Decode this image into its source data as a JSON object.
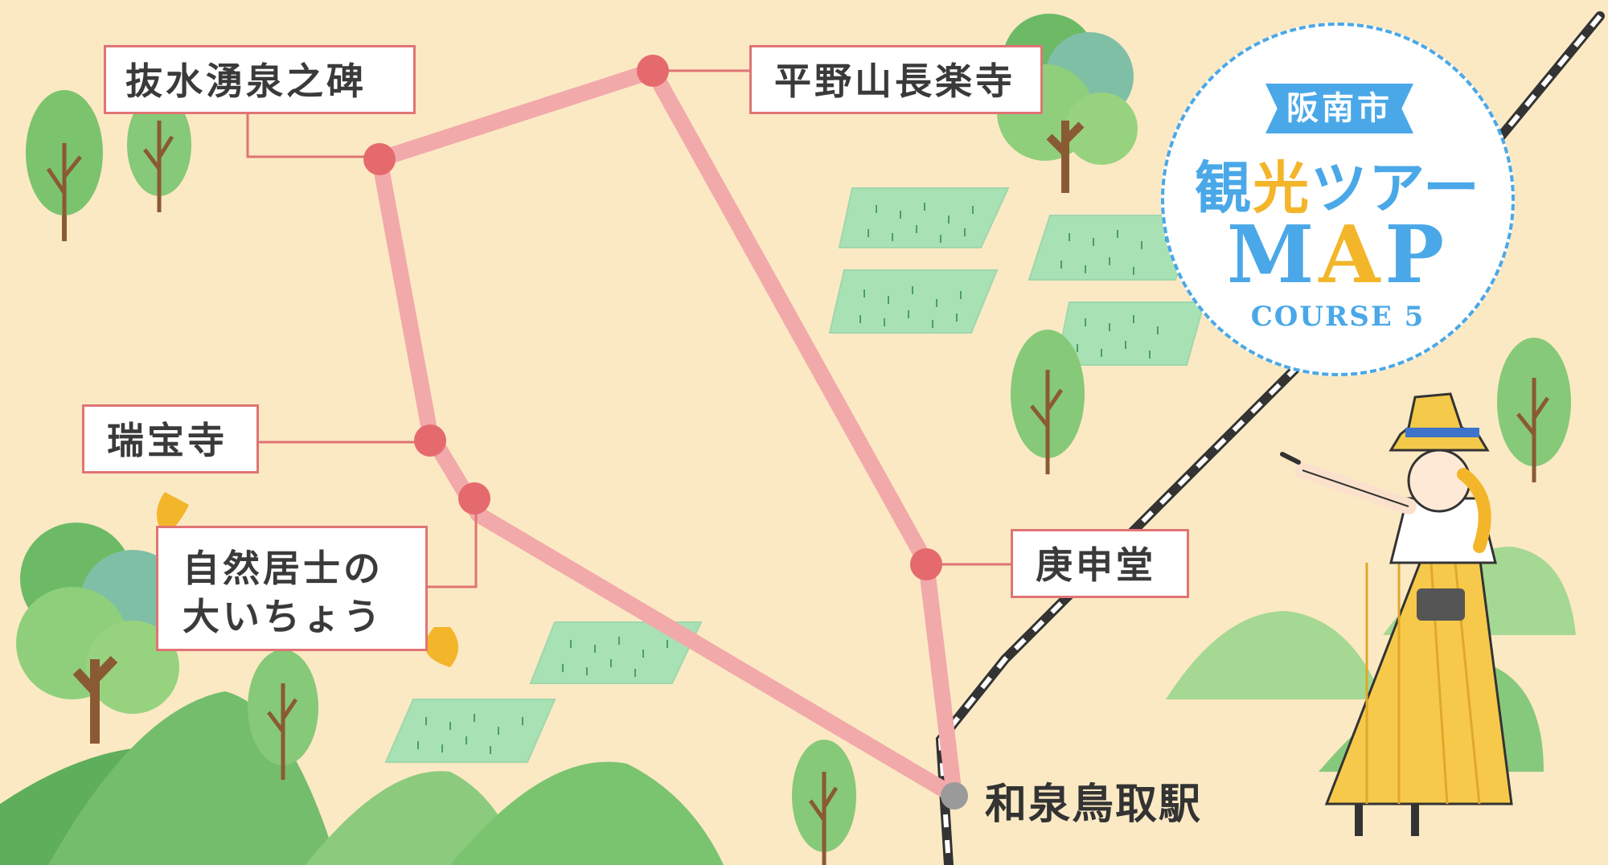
{
  "badge": {
    "city": "阪南市",
    "title": [
      "観",
      "光",
      "ツ",
      "ア",
      "ー"
    ],
    "map_word": [
      "M",
      "A",
      "P"
    ],
    "course": "COURSE 5"
  },
  "spots": [
    {
      "id": "bassui",
      "name": "抜水湧泉之碑"
    },
    {
      "id": "heiya",
      "name": "平野山長楽寺"
    },
    {
      "id": "zuiho",
      "name": "瑞宝寺"
    },
    {
      "id": "shizen",
      "name": "自然居士の",
      "name2": "大いちょう"
    },
    {
      "id": "koshin",
      "name": "庚申堂"
    }
  ],
  "station": {
    "name": "和泉鳥取駅"
  },
  "colors": {
    "background": "#fbe9c4",
    "route": "#f2a9aa",
    "spot_dot": "#e56a6e",
    "label_border": "#e07474",
    "badge_blue": "#4aa8e8",
    "badge_yellow": "#f3b52a",
    "station_dot": "#9a9a9a",
    "hill": "#7ec27a",
    "rice_field": "#a8e1b4"
  }
}
